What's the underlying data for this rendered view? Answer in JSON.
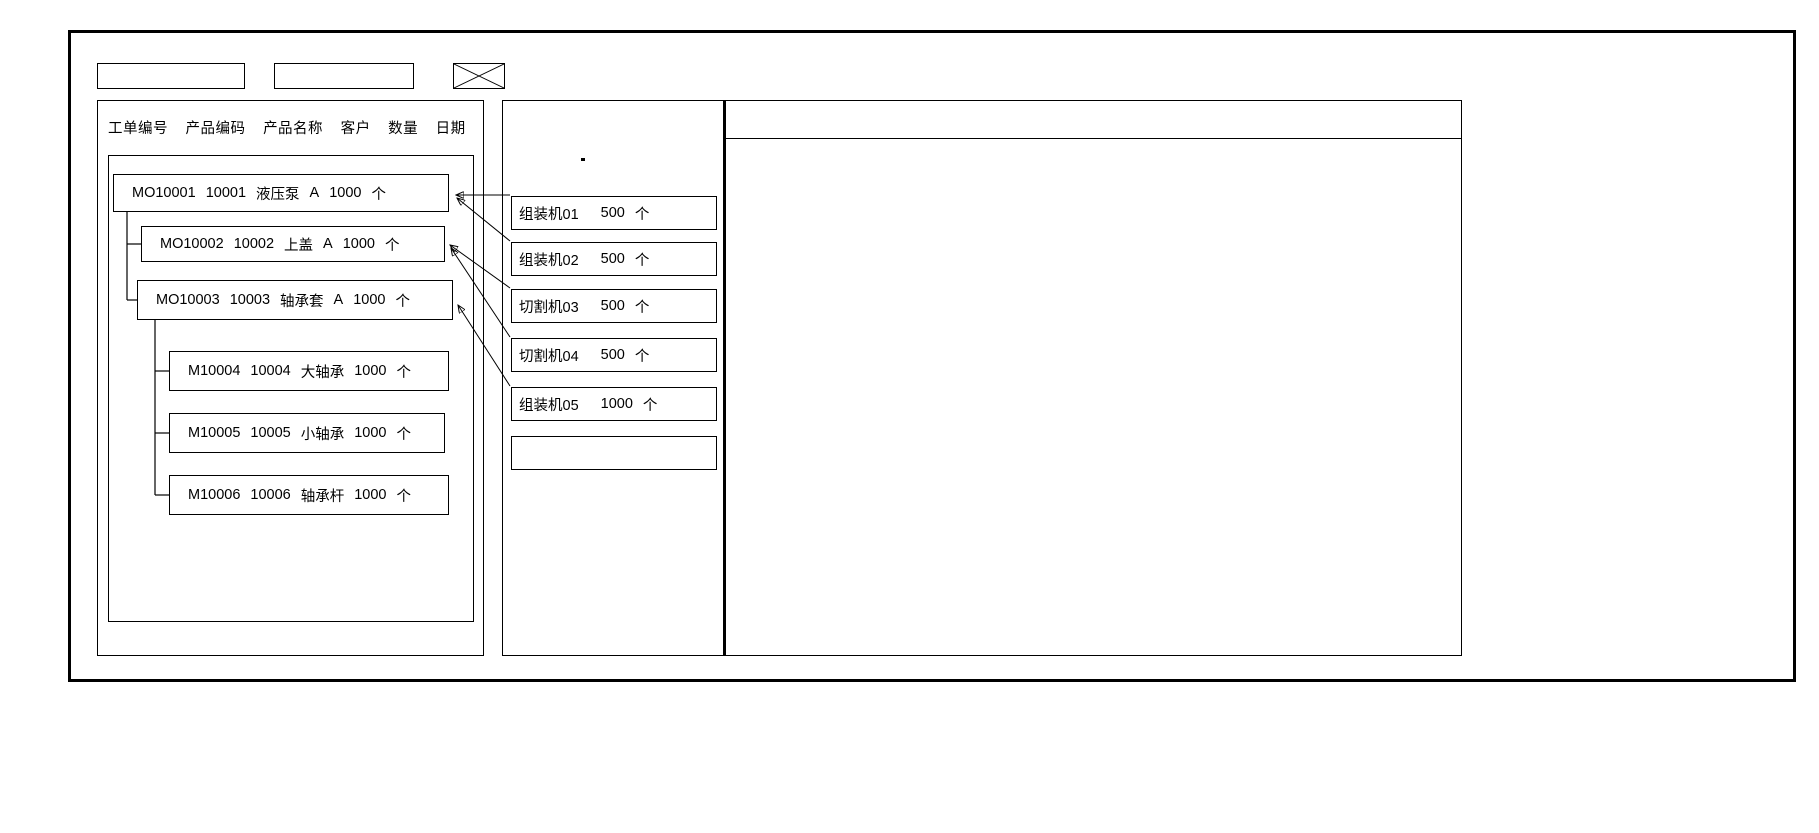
{
  "toolbar": {
    "field_1_value": "",
    "field_2_value": "",
    "image_placeholder_name": "image-placeholder-icon"
  },
  "left_panel": {
    "columns": [
      "工单编号",
      "产品编码",
      "产品名称",
      "客户",
      "数量",
      "日期"
    ],
    "tree_rows": [
      {
        "level": 0,
        "order_no": "MO10001",
        "product_code": "10001",
        "product_name": "液压泵",
        "customer": "A",
        "qty": "1000",
        "unit": "个"
      },
      {
        "level": 1,
        "order_no": "MO10002",
        "product_code": "10002",
        "product_name": "上盖",
        "customer": "A",
        "qty": "1000",
        "unit": "个"
      },
      {
        "level": 1,
        "order_no": "MO10003",
        "product_code": "10003",
        "product_name": "轴承套",
        "customer": "A",
        "qty": "1000",
        "unit": "个"
      },
      {
        "level": 2,
        "order_no": "M10004",
        "product_code": "10004",
        "product_name": "大轴承",
        "customer": "",
        "qty": "1000",
        "unit": "个"
      },
      {
        "level": 2,
        "order_no": "M10005",
        "product_code": "10005",
        "product_name": "小轴承",
        "customer": "",
        "qty": "1000",
        "unit": "个"
      },
      {
        "level": 2,
        "order_no": "M10006",
        "product_code": "10006",
        "product_name": "轴承杆",
        "customer": "",
        "qty": "1000",
        "unit": "个"
      }
    ]
  },
  "middle_panel": {
    "machines": [
      {
        "name": "组装机01",
        "qty": "500",
        "unit": "个"
      },
      {
        "name": "组装机02",
        "qty": "500",
        "unit": "个"
      },
      {
        "name": "切割机03",
        "qty": "500",
        "unit": "个"
      },
      {
        "name": "切割机04",
        "qty": "500",
        "unit": "个"
      },
      {
        "name": "组装机05",
        "qty": "1000",
        "unit": "个"
      }
    ],
    "empty_row_value": ""
  },
  "right_panel": {
    "header_value": "",
    "body_value": ""
  },
  "colors": {
    "stroke": "#000000",
    "background": "#ffffff"
  }
}
